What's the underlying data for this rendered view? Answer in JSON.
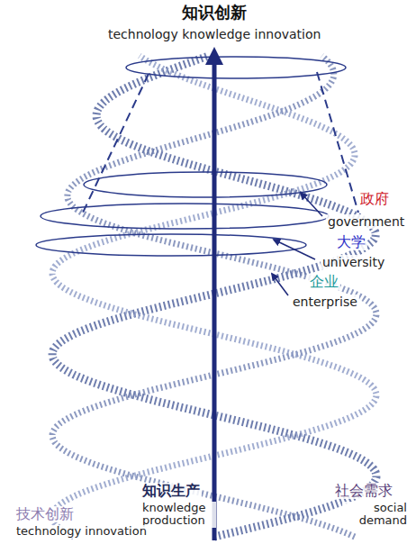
{
  "diagram": {
    "labels": [
      "知识创新",
      "technology knowledge innovation",
      "政府",
      "government",
      "大学",
      "university",
      "企业",
      "enterprise",
      "知识生产",
      "knowledge production",
      "社会需求",
      "social demand",
      "技术创新",
      "technology innovation"
    ]
  }
}
